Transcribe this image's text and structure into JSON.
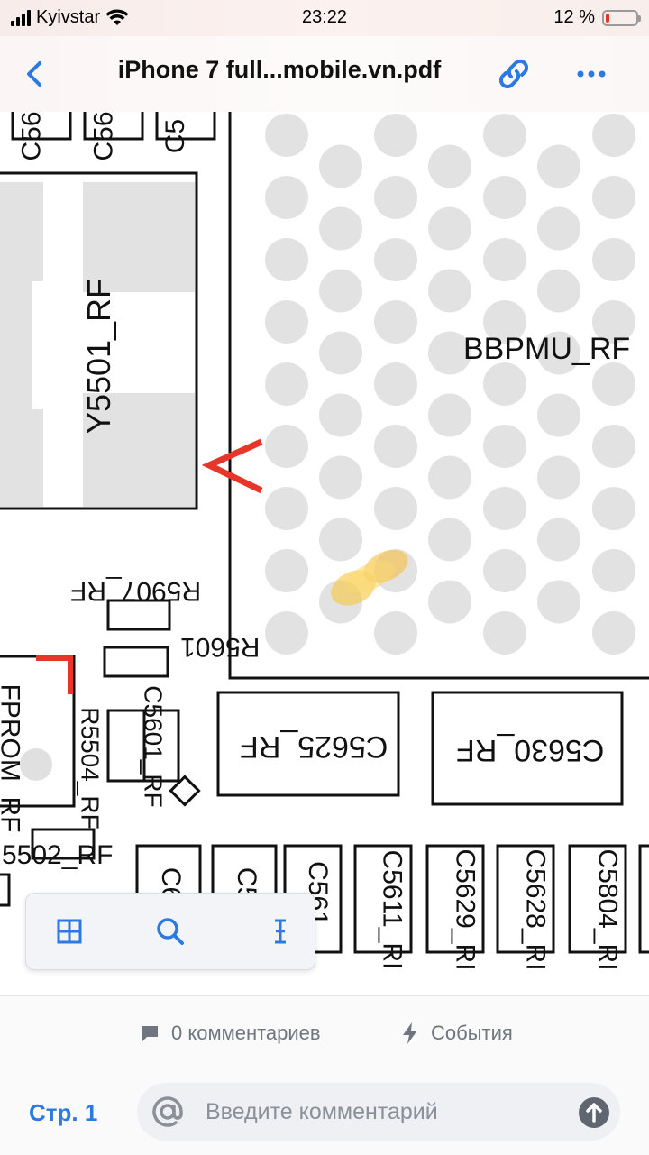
{
  "status": {
    "carrier": "Kyivstar",
    "time": "23:22",
    "battery_percent": "12 %",
    "battery_level": 0.12
  },
  "nav": {
    "title": "iPhone 7 full...mobile.vn.pdf"
  },
  "schematic": {
    "labels": {
      "y5501": "Y5501_RF",
      "bbpmu": "BBPMU_RF",
      "r5907": "R5907_RF",
      "r5601": "R5601",
      "fprom": "FPROM_RF",
      "r5504": "R5504_RF",
      "c5601": "C5601_RF",
      "c5625": "C5625_RF",
      "c5630": "C5630_RF",
      "r5502": "5502_RF",
      "c56a": "C56",
      "c56b": "C56",
      "c56c": "C5",
      "c6": "C6",
      "c5": "C5",
      "c561": "C561",
      "c5611": "C5611_RI",
      "c5629": "C5629_RI",
      "c5628": "C5628_RI",
      "c5804": "C5804_RI"
    },
    "accent_color": "#e8352a",
    "highlight_color": "#f7c948"
  },
  "bottom": {
    "comments_label": "0 комментариев",
    "events_label": "События",
    "page_label": "Стр. 1",
    "comment_placeholder": "Введите комментарий"
  },
  "icons": {
    "back": "chevron-left-icon",
    "link": "link-icon",
    "more": "more-dots-icon",
    "grid": "grid-icon",
    "search": "search-icon",
    "text_cursor": "text-cursor-icon",
    "comment": "comment-bubble-icon",
    "events": "lightning-icon",
    "at": "at-sign-icon",
    "send": "arrow-up-icon"
  }
}
